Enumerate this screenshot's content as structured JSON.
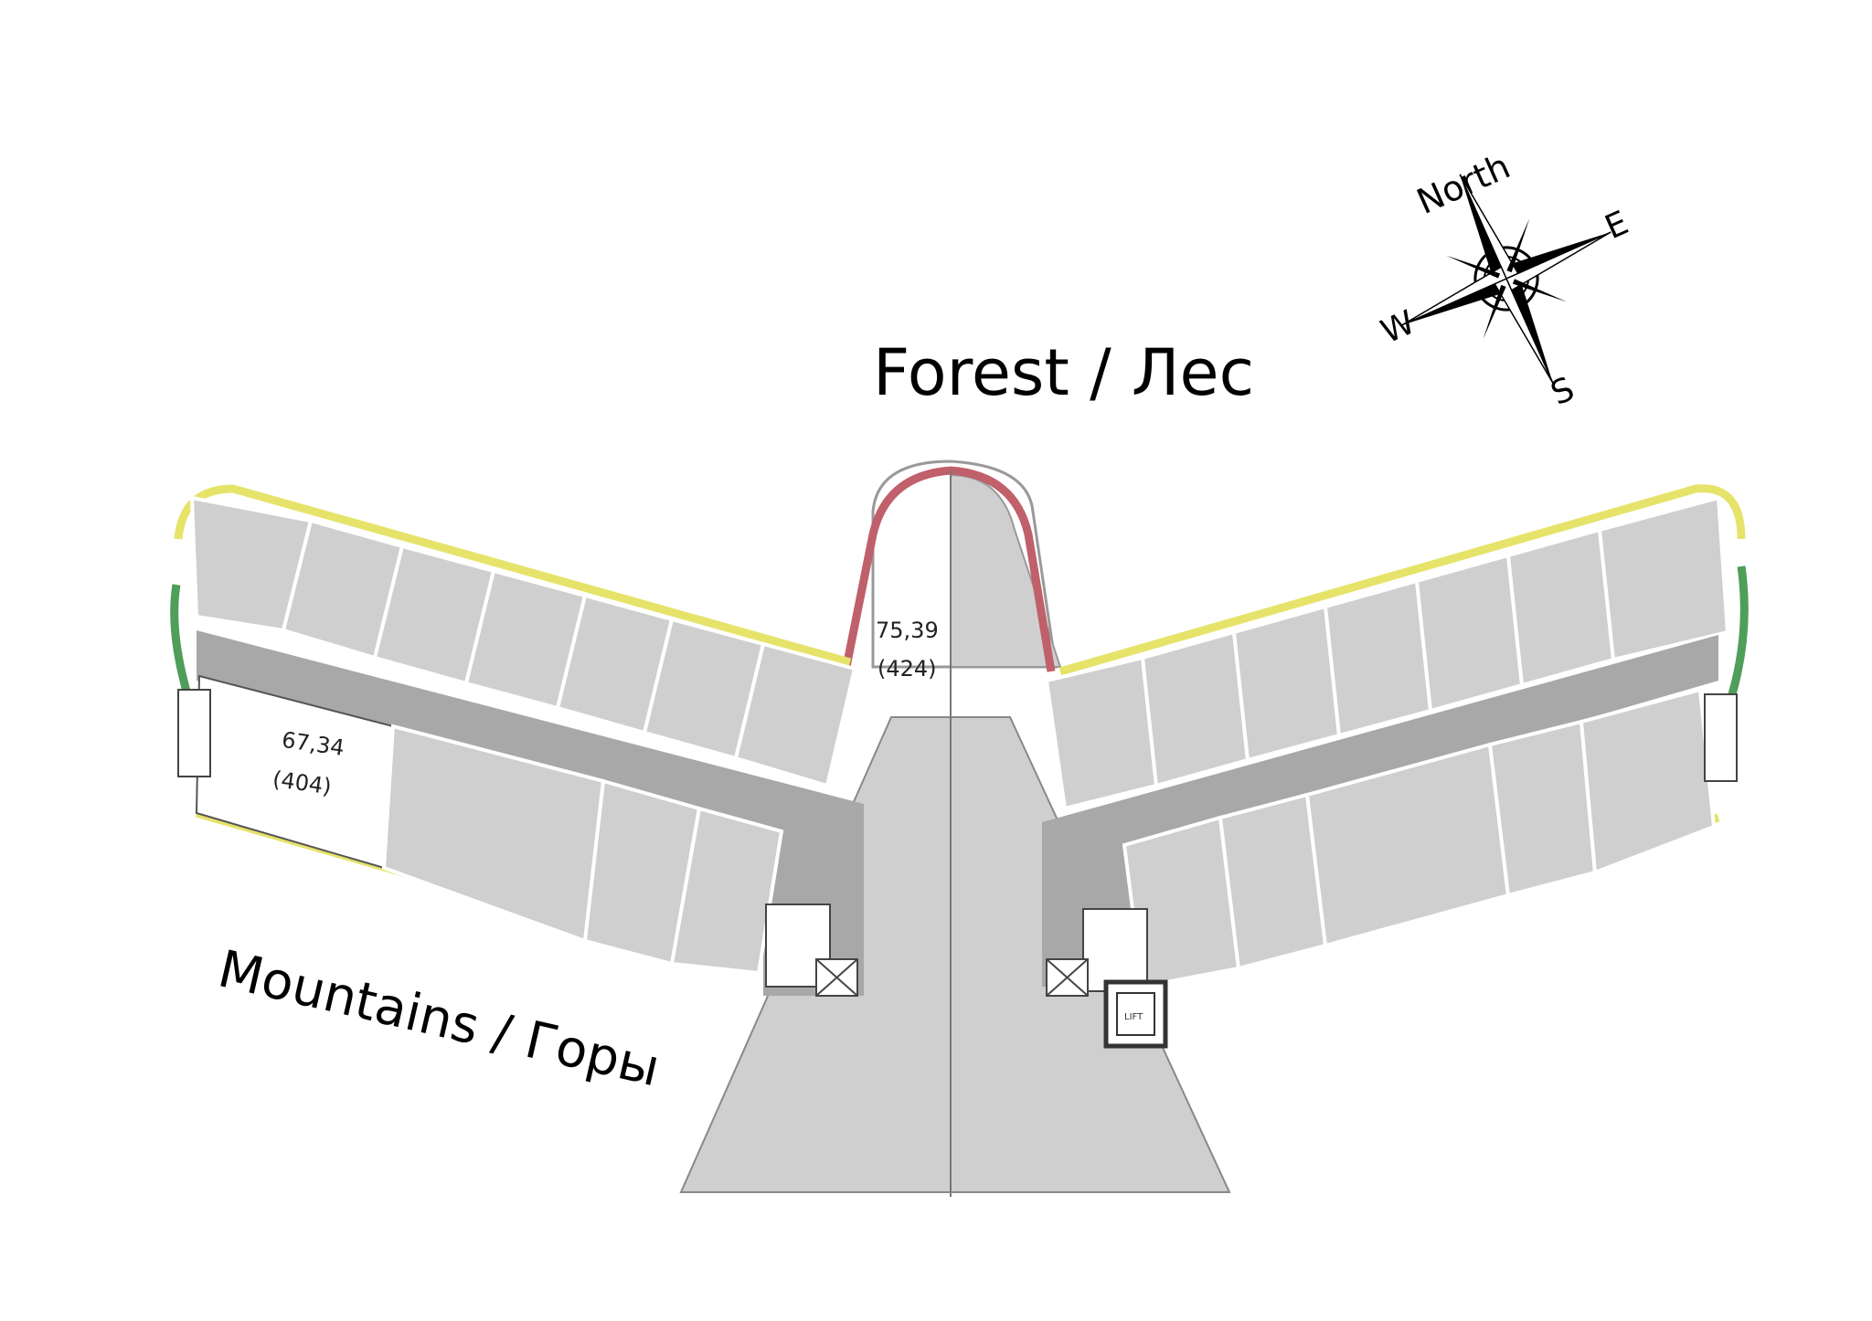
{
  "orientation": {
    "site_label": "Forest / Лес",
    "view_label": "Mountains / Горы"
  },
  "compass": {
    "north": "North",
    "east": "E",
    "south": "S",
    "west": "W"
  },
  "units": [
    {
      "area": "75,39",
      "number": "(424)",
      "status": "available"
    },
    {
      "area": "67,34",
      "number": "(404)",
      "status": "available"
    }
  ],
  "other_units_status": "occupied",
  "colors": {
    "occupied": "#cfcfcf",
    "corridor": "#a8a8a8",
    "available": "#ffffff",
    "terrace_yellow": "#e6e36a",
    "terrace_red": "#c0606a",
    "terrace_green": "#4f9e5a"
  },
  "misc": {
    "lift_label": "LIFT"
  }
}
